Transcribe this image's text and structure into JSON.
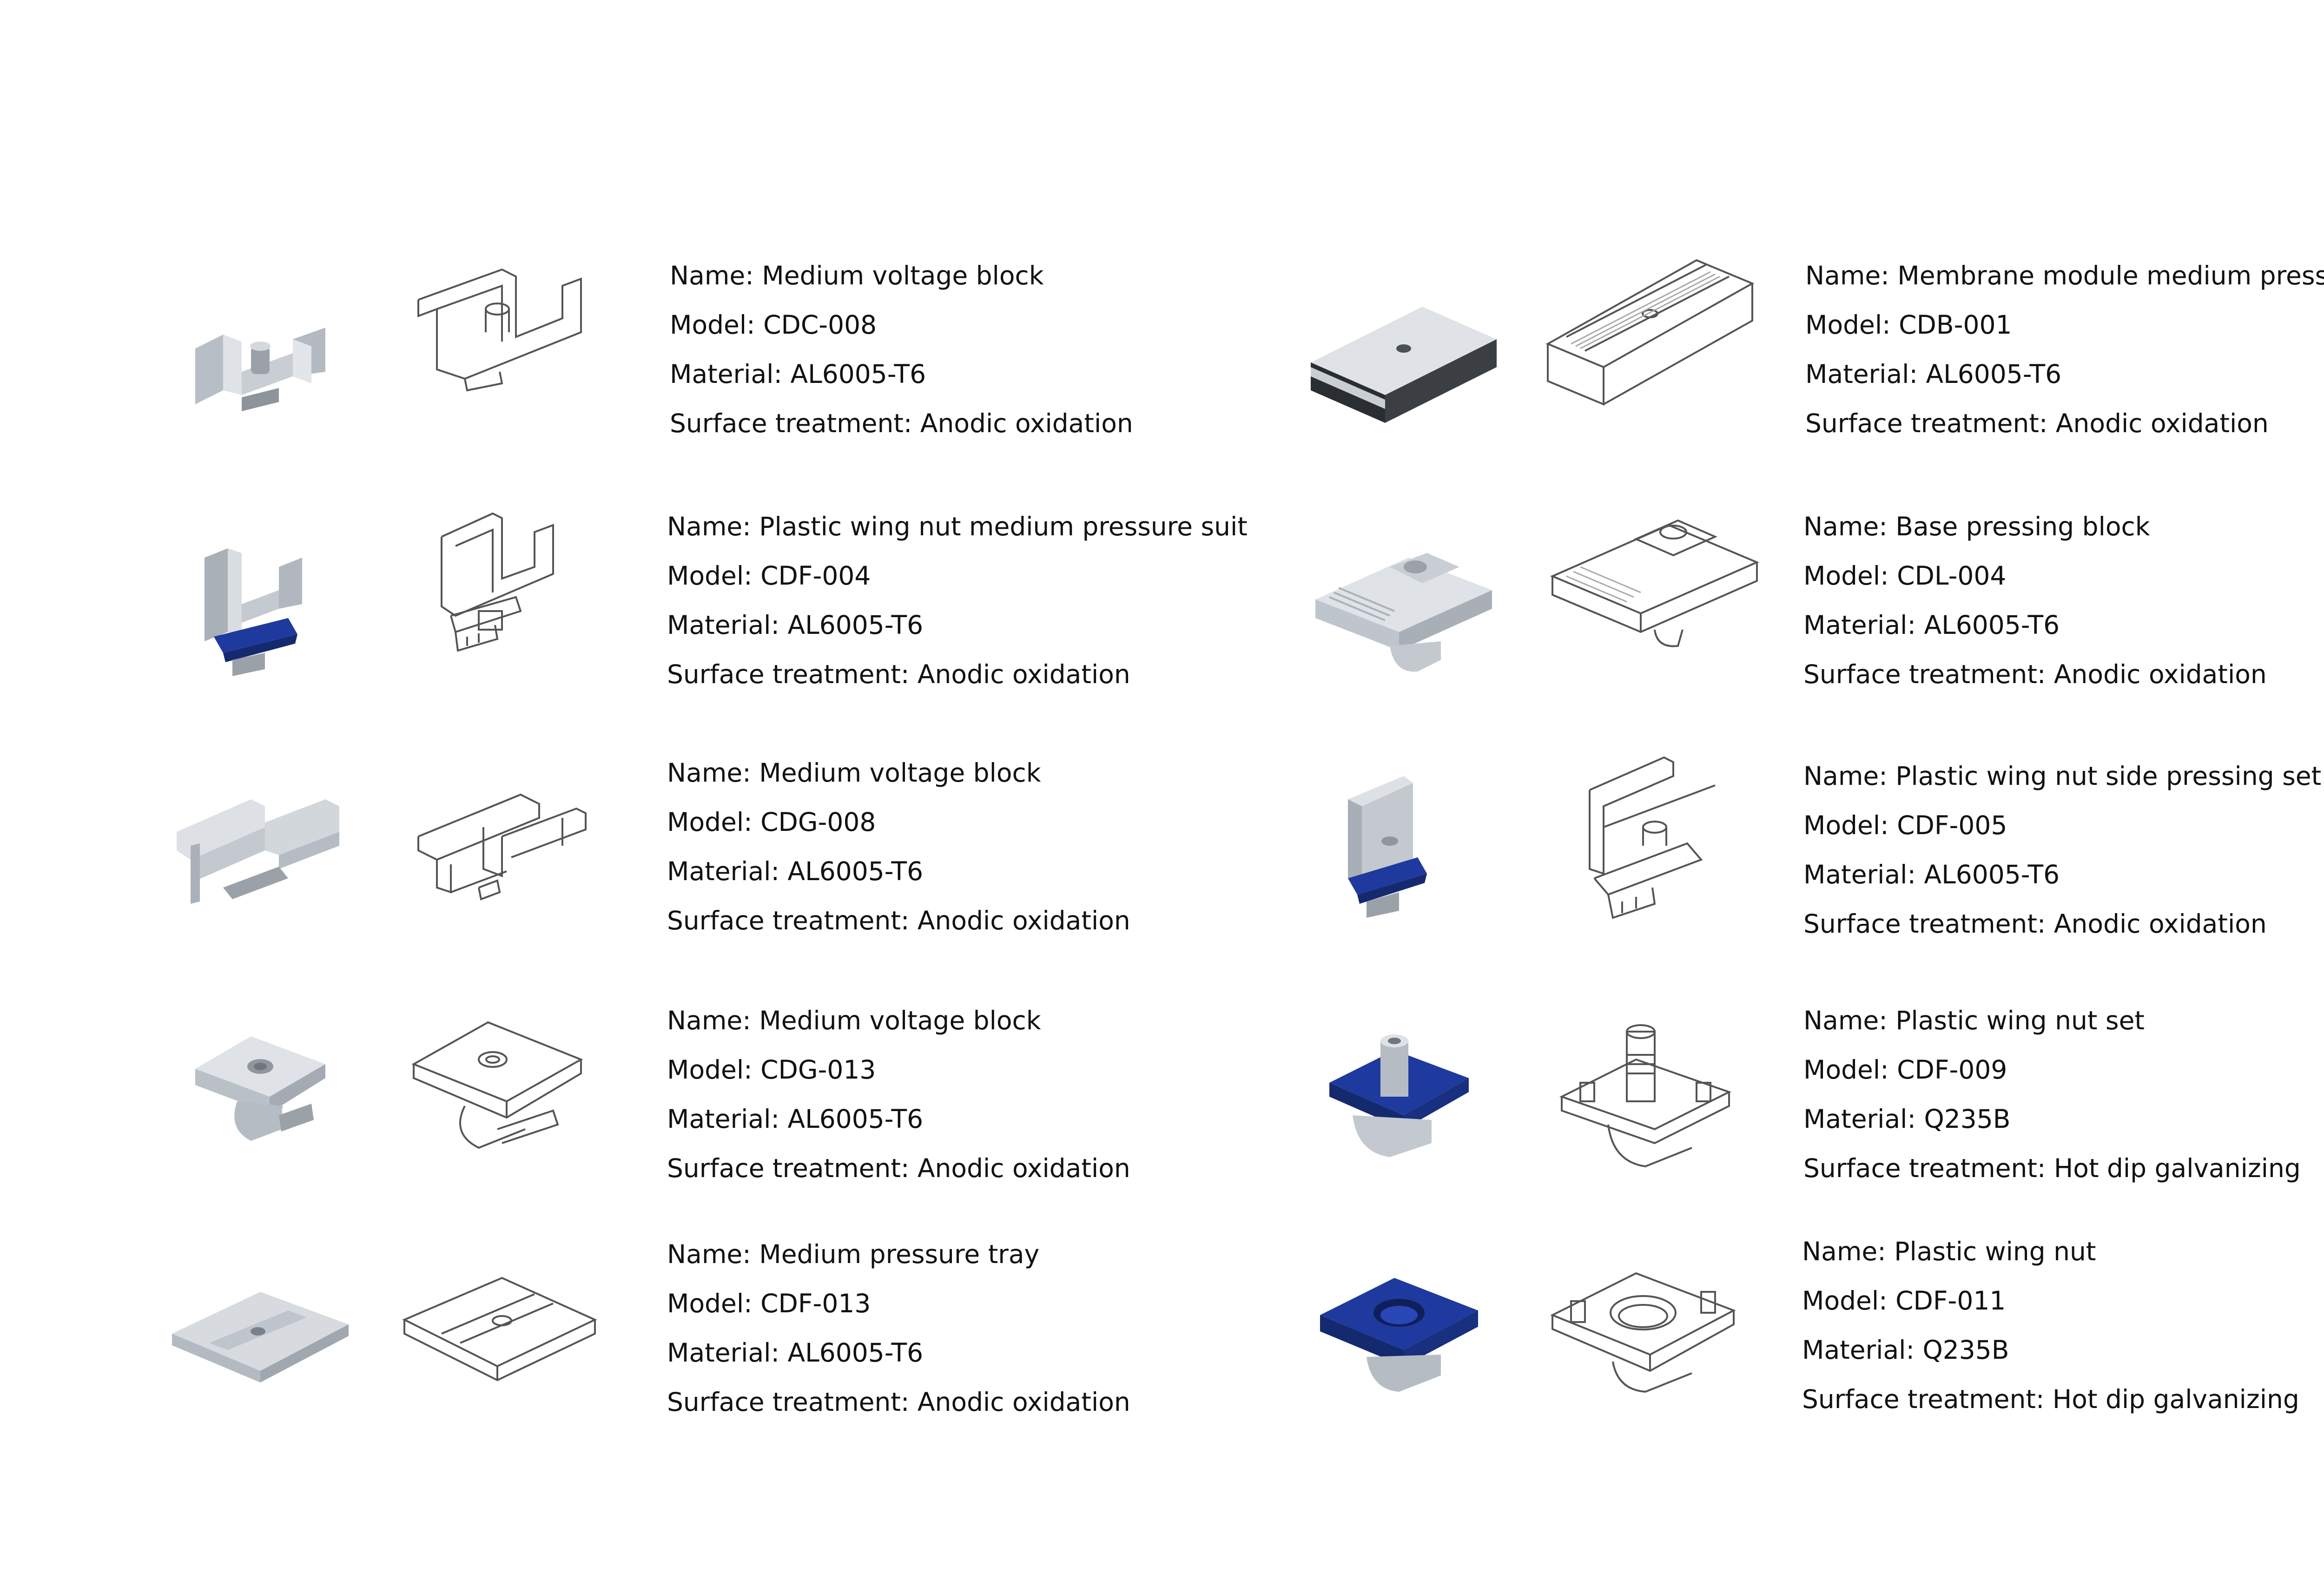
{
  "products": [
    {
      "name": "Name: Medium voltage block",
      "model": "Model: CDC-008",
      "material": "Material: AL6005-T6",
      "surface": "Surface treatment: Anodic oxidation"
    },
    {
      "name": "Name: Plastic wing nut medium pressure suit",
      "model": "Model: CDF-004",
      "material": "Material: AL6005-T6",
      "surface": "Surface treatment: Anodic oxidation"
    },
    {
      "name": "Name: Medium voltage block",
      "model": "Model: CDG-008",
      "material": "Material: AL6005-T6",
      "surface": "Surface treatment: Anodic oxidation"
    },
    {
      "name": "Name: Medium voltage block",
      "model": "Model: CDG-013",
      "material": "Material: AL6005-T6",
      "surface": "Surface treatment: Anodic oxidation"
    },
    {
      "name": "Name: Medium pressure tray",
      "model": "Model: CDF-013",
      "material": "Material: AL6005-T6",
      "surface": "Surface treatment: Anodic oxidation"
    },
    {
      "name": "Name: Membrane module medium pressure",
      "model": "Model: CDB-001",
      "material": "Material: AL6005-T6",
      "surface": "Surface treatment: Anodic oxidation"
    },
    {
      "name": "Name: Base pressing block",
      "model": "Model: CDL-004",
      "material": "Material: AL6005-T6",
      "surface": "Surface treatment: Anodic oxidation"
    },
    {
      "name": "Name: Plastic wing nut side pressing set",
      "model": "Model: CDF-005",
      "material": "Material: AL6005-T6",
      "surface": "Surface treatment: Anodic oxidation"
    },
    {
      "name": "Name: Plastic wing nut set",
      "model": "Model: CDF-009",
      "material": "Material: Q235B",
      "surface": "Surface treatment: Hot dip galvanizing"
    },
    {
      "name": "Name: Plastic wing nut",
      "model": "Model: CDF-011",
      "material": "Material: Q235B",
      "surface": "Surface treatment: Hot dip galvanizing"
    }
  ],
  "colors": {
    "aluminum": "#c9ced4",
    "aluminum_shade": "#9aa1a9",
    "aluminum_light": "#e6e9ec",
    "wing_nut_blue": "#1f3a9e",
    "line": "#555555",
    "text": "#111111"
  },
  "icons": {
    "photo": "product-photo-icon",
    "drawing": "line-drawing-icon"
  }
}
